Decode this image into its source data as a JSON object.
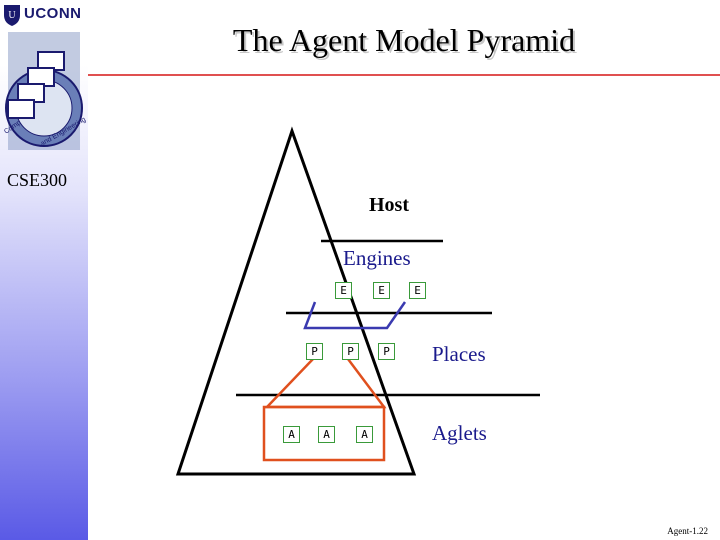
{
  "header": {
    "brand": "UCONN",
    "title": "The Agent Model Pyramid"
  },
  "sidebar": {
    "course": "CSE300",
    "seal_text": "Computer Science and Engineering"
  },
  "diagram": {
    "host_label": "Host",
    "engines_label": "Engines",
    "places_label": "Places",
    "aglets_label": "Aglets",
    "engine_boxes": [
      "E",
      "E",
      "E"
    ],
    "place_boxes": [
      "P",
      "P",
      "P"
    ],
    "aglet_boxes": [
      "A",
      "A",
      "A"
    ],
    "colors": {
      "engines_group": "#3a3ab0",
      "places_group": "#e0501e",
      "boxes": "#3a9a3a",
      "labels": "#1a1a8c"
    }
  },
  "footer": {
    "slide_id": "Agent-1.22"
  }
}
